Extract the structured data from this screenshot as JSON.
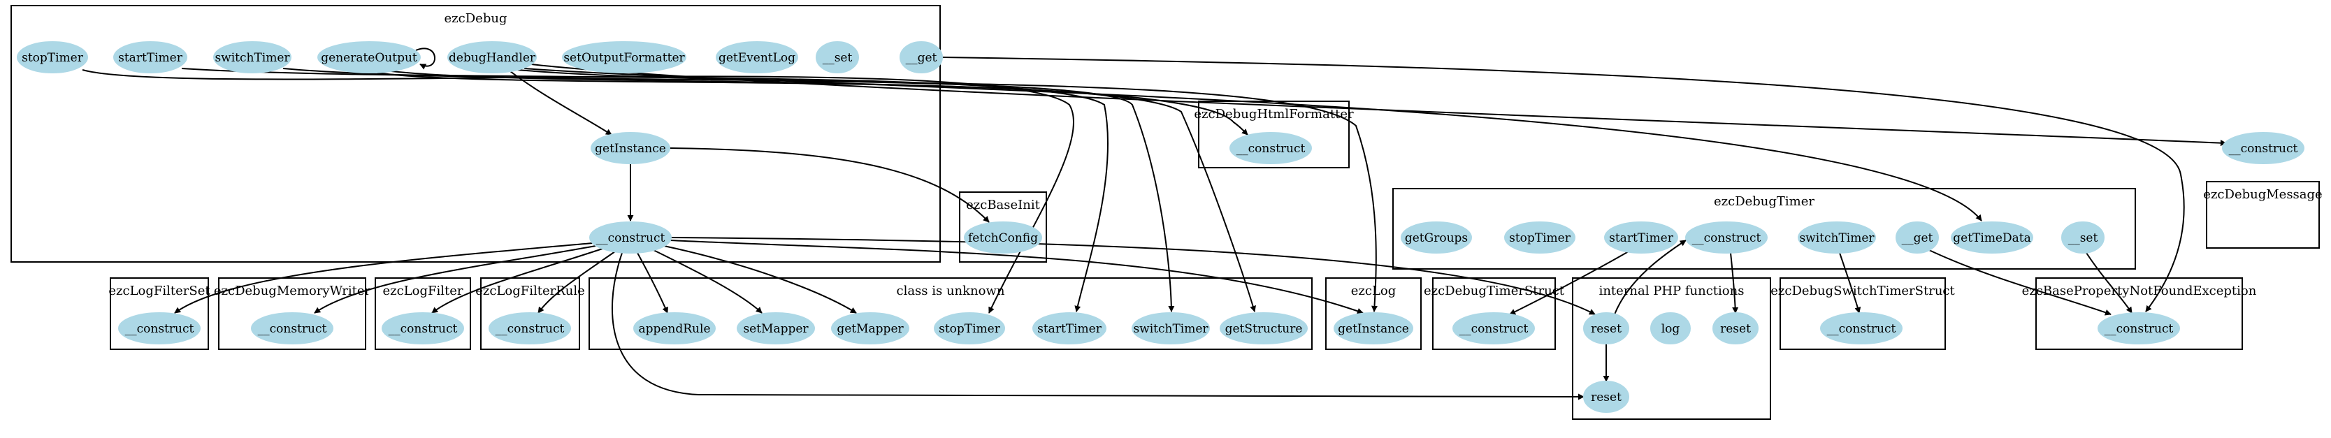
{
  "colors": {
    "node_fill": "#add8e6",
    "stroke": "#000000",
    "background": "#ffffff"
  },
  "clusters": [
    {
      "id": "ezcDebug",
      "label": "ezcDebug"
    },
    {
      "id": "ezcDebugHtmlFormatter",
      "label": "ezcDebugHtmlFormatter"
    },
    {
      "id": "ezcDebugMessage",
      "label": "ezcDebugMessage"
    },
    {
      "id": "ezcBaseInit",
      "label": "ezcBaseInit"
    },
    {
      "id": "ezcDebugTimer",
      "label": "ezcDebugTimer"
    },
    {
      "id": "ezcLogFilterSet",
      "label": "ezcLogFilterSet"
    },
    {
      "id": "ezcDebugMemoryWriter",
      "label": "ezcDebugMemoryWriter"
    },
    {
      "id": "ezcLogFilter",
      "label": "ezcLogFilter"
    },
    {
      "id": "ezcLogFilterRule",
      "label": "ezcLogFilterRule"
    },
    {
      "id": "unknown",
      "label": "class is unknown"
    },
    {
      "id": "ezcLog",
      "label": "ezcLog"
    },
    {
      "id": "ezcDebugTimerStruct",
      "label": "ezcDebugTimerStruct"
    },
    {
      "id": "internal",
      "label": "internal PHP functions"
    },
    {
      "id": "ezcDebugSwitchTimerStruct",
      "label": "ezcDebugSwitchTimerStruct"
    },
    {
      "id": "ezcBasePropertyNotFoundException",
      "label": "ezcBasePropertyNotFoundException"
    }
  ],
  "nodes": [
    {
      "id": "d_stopTimer",
      "label": "stopTimer"
    },
    {
      "id": "d_startTimer",
      "label": "startTimer"
    },
    {
      "id": "d_switchTimer",
      "label": "switchTimer"
    },
    {
      "id": "d_generateOutput",
      "label": "generateOutput"
    },
    {
      "id": "d_debugHandler",
      "label": "debugHandler"
    },
    {
      "id": "d_setOutputFormatter",
      "label": "setOutputFormatter"
    },
    {
      "id": "d_getEventLog",
      "label": "getEventLog"
    },
    {
      "id": "d_set",
      "label": "__set"
    },
    {
      "id": "d_get",
      "label": "__get"
    },
    {
      "id": "d_getInstance",
      "label": "getInstance"
    },
    {
      "id": "d_construct",
      "label": "__construct"
    },
    {
      "id": "hf_construct",
      "label": "__construct"
    },
    {
      "id": "msg_construct",
      "label": "__construct"
    },
    {
      "id": "bi_fetchConfig",
      "label": "fetchConfig"
    },
    {
      "id": "t_getGroups",
      "label": "getGroups"
    },
    {
      "id": "t_stopTimer",
      "label": "stopTimer"
    },
    {
      "id": "t_startTimer",
      "label": "startTimer"
    },
    {
      "id": "t_construct",
      "label": "__construct"
    },
    {
      "id": "t_switchTimer",
      "label": "switchTimer"
    },
    {
      "id": "t_get",
      "label": "__get"
    },
    {
      "id": "t_getTimeData",
      "label": "getTimeData"
    },
    {
      "id": "t_set",
      "label": "__set"
    },
    {
      "id": "lfs_construct",
      "label": "__construct"
    },
    {
      "id": "dmw_construct",
      "label": "__construct"
    },
    {
      "id": "lf_construct",
      "label": "__construct"
    },
    {
      "id": "lfr_construct",
      "label": "__construct"
    },
    {
      "id": "u_appendRule",
      "label": "appendRule"
    },
    {
      "id": "u_setMapper",
      "label": "setMapper"
    },
    {
      "id": "u_getMapper",
      "label": "getMapper"
    },
    {
      "id": "u_stopTimer",
      "label": "stopTimer"
    },
    {
      "id": "u_startTimer",
      "label": "startTimer"
    },
    {
      "id": "u_switchTimer",
      "label": "switchTimer"
    },
    {
      "id": "u_getStructure",
      "label": "getStructure"
    },
    {
      "id": "l_getInstance",
      "label": "getInstance"
    },
    {
      "id": "ts_construct",
      "label": "__construct"
    },
    {
      "id": "p_reset",
      "label": "reset"
    },
    {
      "id": "p_log",
      "label": "log"
    },
    {
      "id": "p_reset2",
      "label": "reset"
    },
    {
      "id": "p_reset3",
      "label": "reset"
    },
    {
      "id": "sts_construct",
      "label": "__construct"
    },
    {
      "id": "bp_construct",
      "label": "__construct"
    }
  ],
  "edges": [
    {
      "from": "d_generateOutput",
      "to": "d_generateOutput"
    },
    {
      "from": "d_debugHandler",
      "to": "d_getInstance"
    },
    {
      "from": "d_getInstance",
      "to": "bi_fetchConfig"
    },
    {
      "from": "d_getInstance",
      "to": "d_construct"
    },
    {
      "from": "d_stopTimer",
      "to": "u_stopTimer"
    },
    {
      "from": "d_startTimer",
      "to": "u_startTimer"
    },
    {
      "from": "d_switchTimer",
      "to": "u_switchTimer"
    },
    {
      "from": "d_generateOutput",
      "to": "u_getStructure"
    },
    {
      "from": "d_generateOutput",
      "to": "hf_construct"
    },
    {
      "from": "d_debugHandler",
      "to": "msg_construct"
    },
    {
      "from": "d_debugHandler",
      "to": "t_getTimeData"
    },
    {
      "from": "d_debugHandler",
      "to": "l_getInstance"
    },
    {
      "from": "d_get",
      "to": "bp_construct"
    },
    {
      "from": "d_construct",
      "to": "lfs_construct"
    },
    {
      "from": "d_construct",
      "to": "dmw_construct"
    },
    {
      "from": "d_construct",
      "to": "lf_construct"
    },
    {
      "from": "d_construct",
      "to": "lfr_construct"
    },
    {
      "from": "d_construct",
      "to": "u_appendRule"
    },
    {
      "from": "d_construct",
      "to": "u_setMapper"
    },
    {
      "from": "d_construct",
      "to": "u_getMapper"
    },
    {
      "from": "d_construct",
      "to": "l_getInstance"
    },
    {
      "from": "d_construct",
      "to": "p_reset"
    },
    {
      "from": "d_construct",
      "to": "p_reset3"
    },
    {
      "from": "t_startTimer",
      "to": "ts_construct"
    },
    {
      "from": "t_construct",
      "to": "p_reset2"
    },
    {
      "from": "t_switchTimer",
      "to": "sts_construct"
    },
    {
      "from": "t_get",
      "to": "bp_construct"
    },
    {
      "from": "t_set",
      "to": "bp_construct"
    },
    {
      "from": "p_reset",
      "to": "t_construct"
    },
    {
      "from": "p_reset",
      "to": "p_reset3"
    }
  ]
}
